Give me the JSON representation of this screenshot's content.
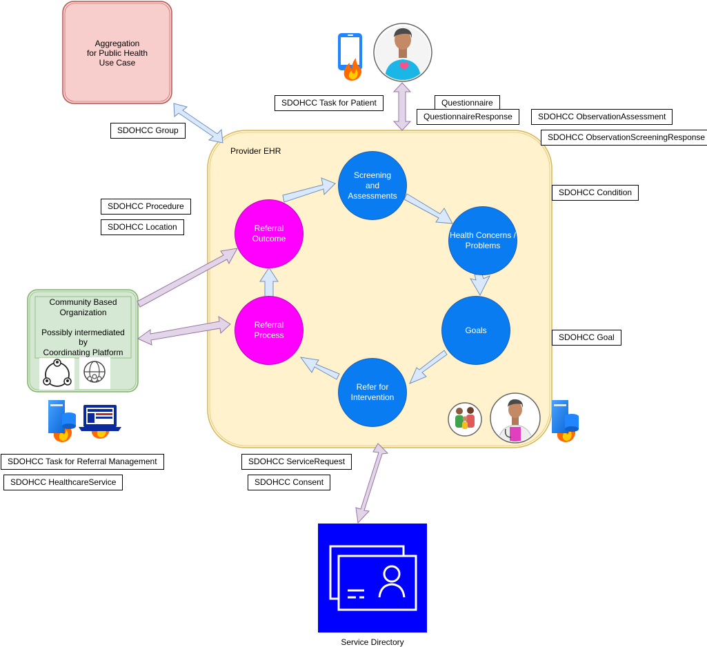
{
  "public_health": {
    "text": "Aggregation\nfor Public Health\nUse Case"
  },
  "provider_ehr": {
    "title": "Provider EHR"
  },
  "cycle": {
    "screening": "Screening\nand\nAssessments",
    "health_concerns": "Health Concerns /\nProblems",
    "goals": "Goals",
    "refer_intervention": "Refer for\nIntervention",
    "referral_process": "Referral\nProcess",
    "referral_outcome": "Referral\nOutcome"
  },
  "community": {
    "text": "Community Based\nOrganization\n\nPossibly intermediated\nby\nCoordinating Platform"
  },
  "service_directory": {
    "label": "Service Directory"
  },
  "labels": {
    "group": "SDOHCC Group",
    "task_patient": "SDOHCC Task for Patient",
    "questionnaire": "Questionnaire",
    "questionnaire_response": "QuestionnaireResponse",
    "observation_assessment": "SDOHCC ObservationAssessment",
    "observation_screening": "SDOHCC ObservationScreeningResponse",
    "condition": "SDOHCC Condition",
    "procedure": "SDOHCC Procedure",
    "location": "SDOHCC Location",
    "goal": "SDOHCC Goal",
    "task_referral": "SDOHCC Task for Referral Management",
    "healthcare_service": "SDOHCC HealthcareService",
    "service_request": "SDOHCC ServiceRequest",
    "consent": "SDOHCC Consent"
  },
  "icons": [
    "mobile-phone-icon",
    "patient-avatar-icon",
    "fhir-flame-icon",
    "network-people-icon",
    "globe-people-icon",
    "server-database-icon",
    "laptop-app-icon",
    "family-icon",
    "doctor-avatar-icon",
    "directory-card-icon"
  ],
  "colors": {
    "blue_node": "#0a7cf2",
    "magenta_node": "#ff00ff",
    "ehr_fill": "#fff2cc",
    "ehr_border": "#d6b656",
    "public_health_fill": "#f8cecc",
    "public_health_border": "#b85450",
    "community_fill": "#d5e8d4",
    "community_border": "#82b366",
    "arrow_blue": "#dae8fc",
    "arrow_purple": "#e1d5e7",
    "directory_bg": "#0000ff"
  }
}
